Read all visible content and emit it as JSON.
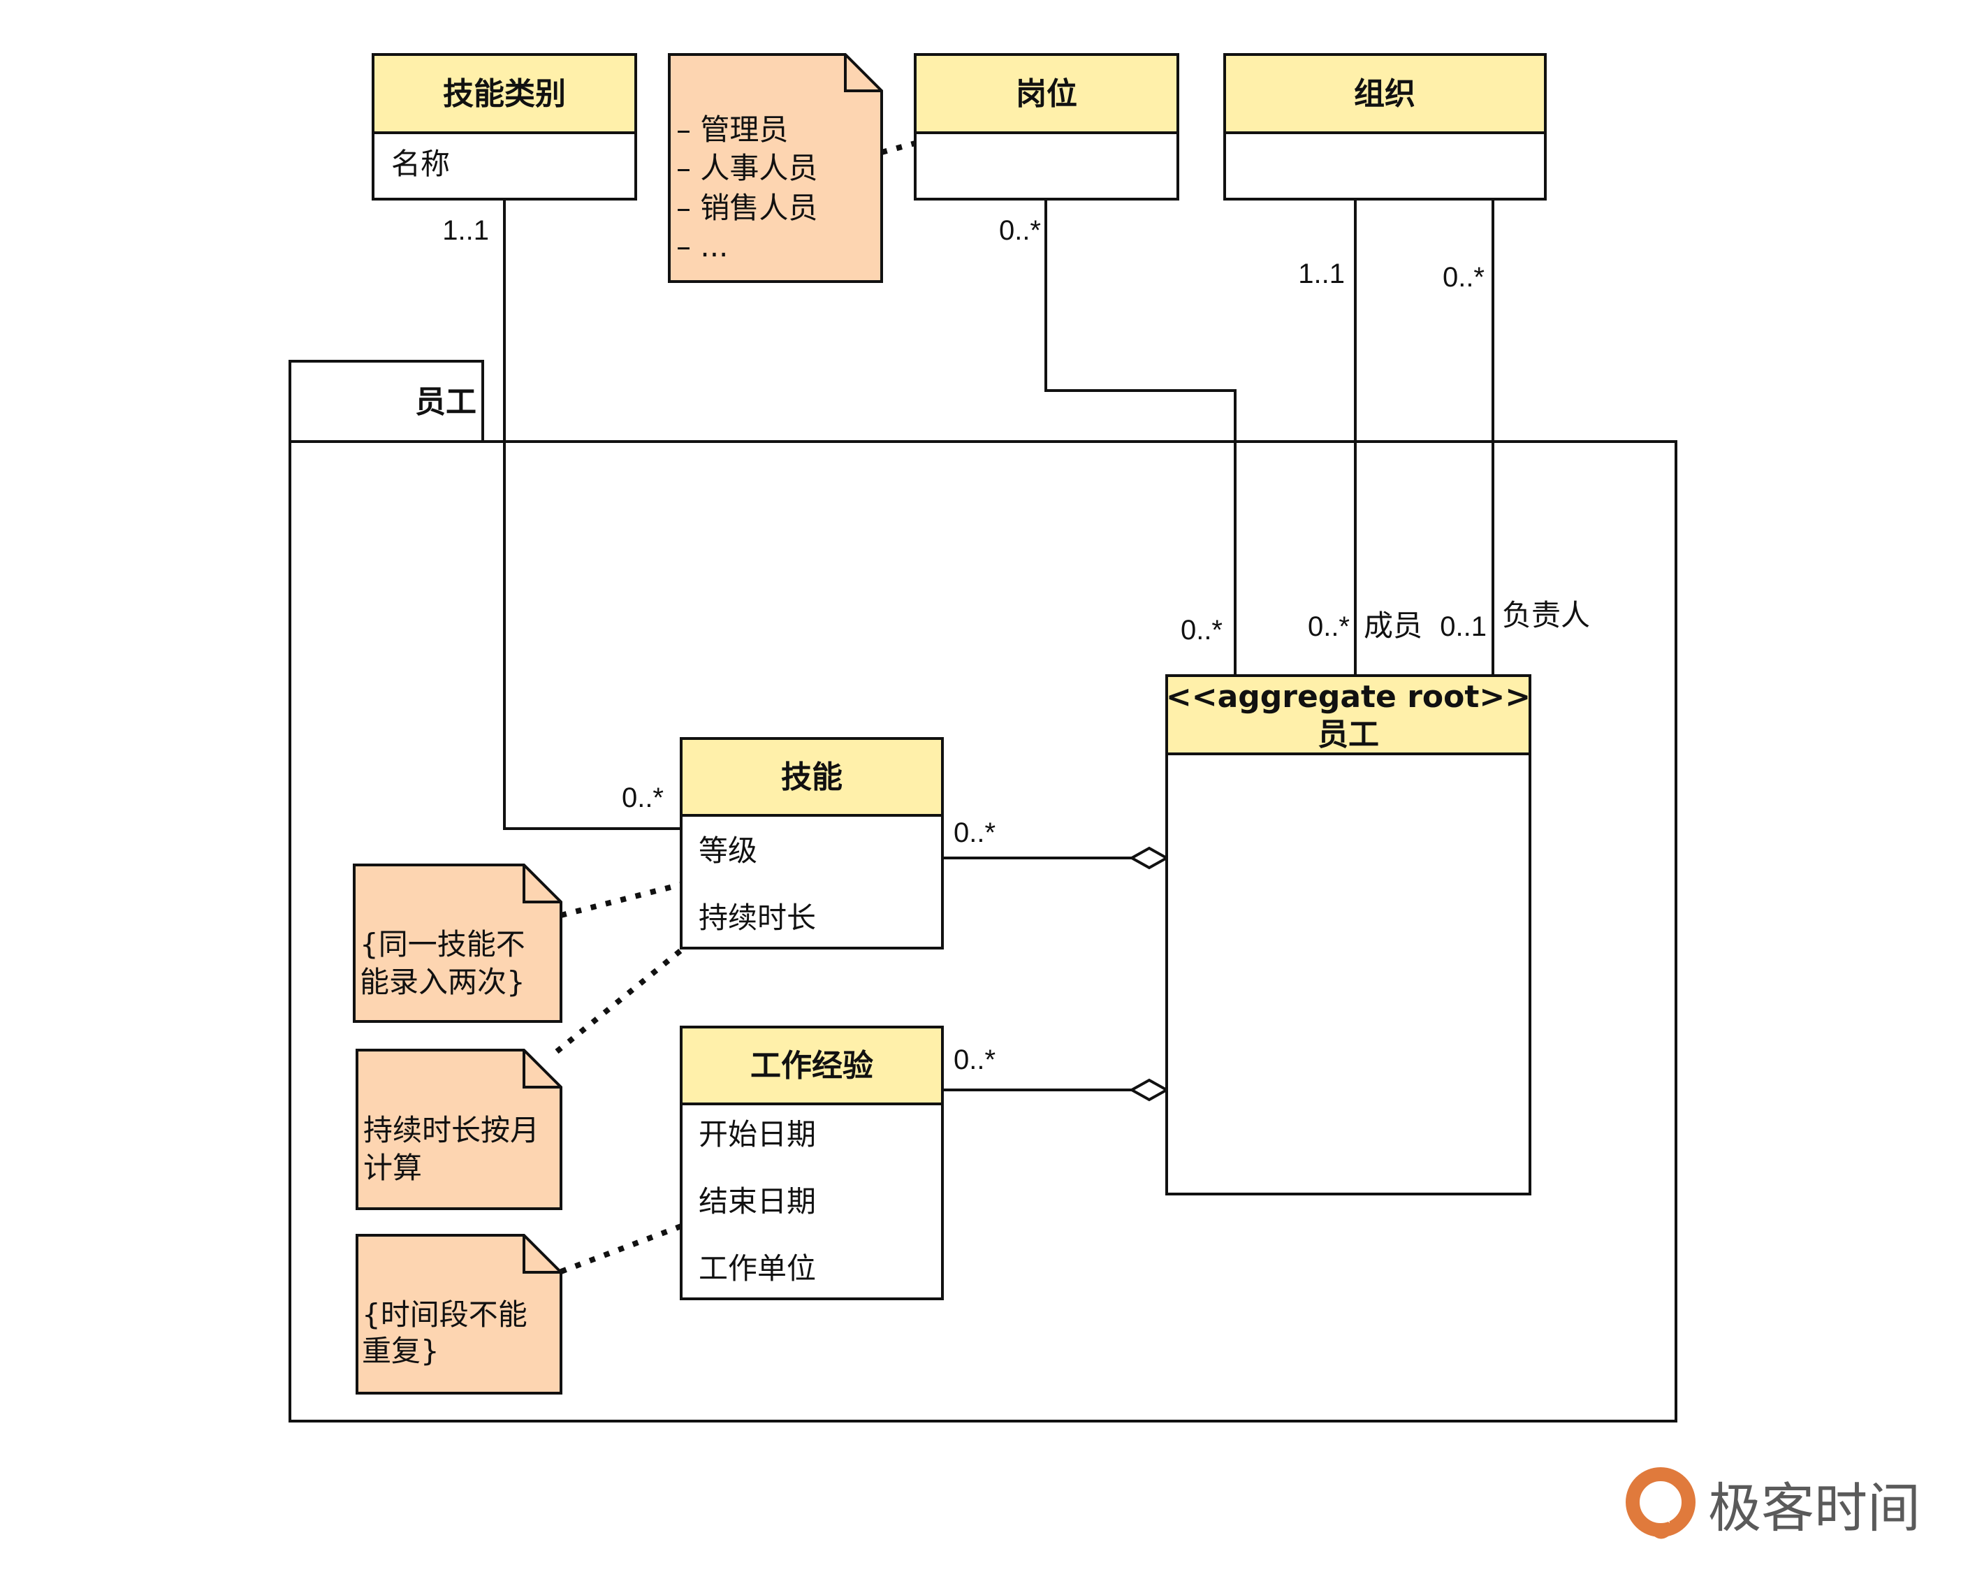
{
  "package": {
    "name": "员工"
  },
  "classes": {
    "skill_category": {
      "title": "技能类别",
      "attributes": [
        "名称"
      ]
    },
    "position": {
      "title": "岗位",
      "attributes": []
    },
    "organization": {
      "title": "组织",
      "attributes": []
    },
    "skill": {
      "title": "技能",
      "attributes": [
        "等级",
        "持续时长"
      ]
    },
    "work_experience": {
      "title": "工作经验",
      "attributes": [
        "开始日期",
        "结束日期",
        "工作单位"
      ]
    },
    "employee": {
      "stereotype": "<<aggregate root>>",
      "title": "员工",
      "attributes": []
    }
  },
  "notes": {
    "roles": [
      "– 管理员",
      "– 人事人员",
      "– 销售人员",
      "– ..."
    ],
    "skill_unique": [
      "{同一技能不",
      "能录入两次}"
    ],
    "duration": [
      "持续时长按月",
      "计算"
    ],
    "period": [
      "{时间段不能",
      "重复}"
    ]
  },
  "associations": {
    "skill_category_end": "1..1",
    "skill_category_skill_end": "0..*",
    "position_end": "0..*",
    "position_employee_end": "0..*",
    "org_member_org_end": "1..1",
    "org_leader_org_end": "0..*",
    "org_member_employee_end": "0..*",
    "member_role": "成员",
    "org_leader_employee_end": "0..1",
    "leader_role": "负责人",
    "skill_aggregation_end": "0..*",
    "work_aggregation_end": "0..*"
  },
  "logo": {
    "text": "极客时间",
    "color": "#e07a3c"
  },
  "colors": {
    "class_header": "#fff0aa",
    "note": "#fdd5b1",
    "line": "#111111"
  }
}
